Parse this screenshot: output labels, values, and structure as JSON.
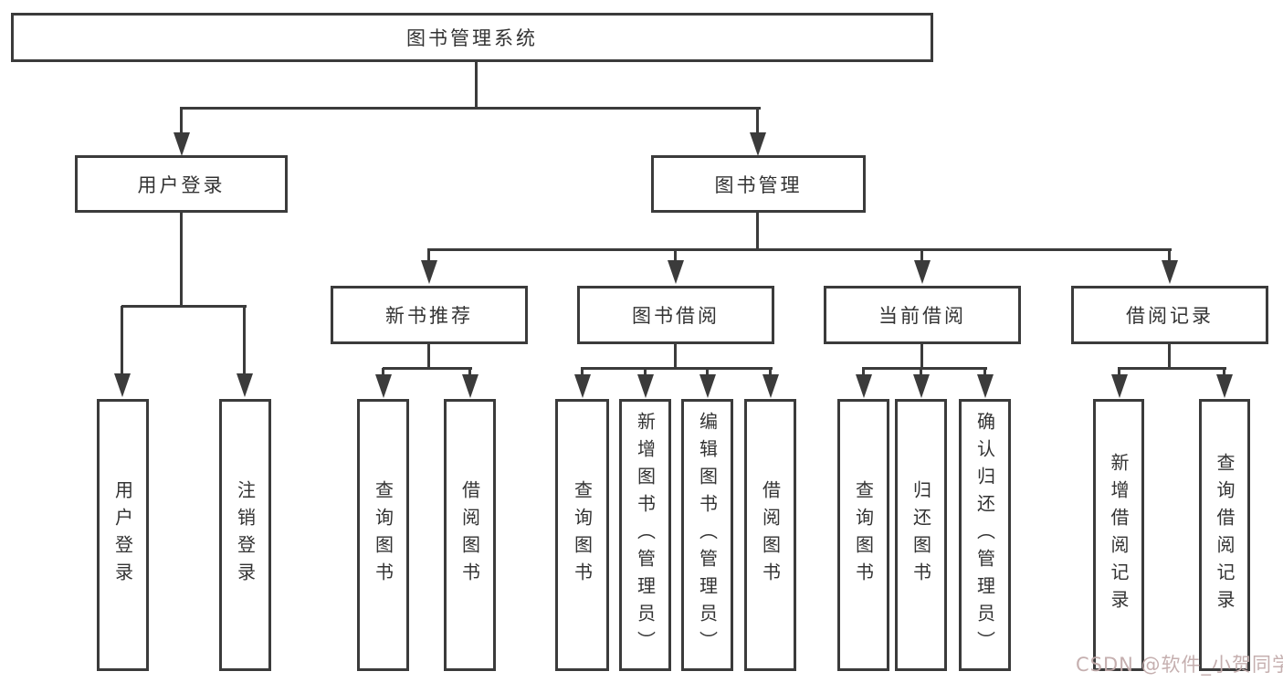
{
  "tree": {
    "root": {
      "label": "图书管理系统"
    },
    "user_login": {
      "label": "用户登录",
      "children": [
        {
          "label": "用户登录"
        },
        {
          "label": "注销登录"
        }
      ]
    },
    "book_management": {
      "label": "图书管理",
      "sections": [
        {
          "label": "新书推荐",
          "children": [
            {
              "label": "查询图书"
            },
            {
              "label": "借阅图书"
            }
          ]
        },
        {
          "label": "图书借阅",
          "children": [
            {
              "label": "查询图书"
            },
            {
              "label": "新增图书（管理员）"
            },
            {
              "label": "编辑图书（管理员）"
            },
            {
              "label": "借阅图书"
            }
          ]
        },
        {
          "label": "当前借阅",
          "children": [
            {
              "label": "查询图书"
            },
            {
              "label": "归还图书"
            },
            {
              "label": "确认归还（管理员）"
            }
          ]
        },
        {
          "label": "借阅记录",
          "children": [
            {
              "label": "新增借阅记录"
            },
            {
              "label": "查询借阅记录"
            }
          ]
        }
      ]
    }
  },
  "watermark": {
    "text": "CSDN @软件_小贺同学"
  },
  "colors": {
    "line": "#3b3b3b",
    "text": "#333333",
    "background": "#ffffff",
    "watermark": "#c2abab"
  }
}
